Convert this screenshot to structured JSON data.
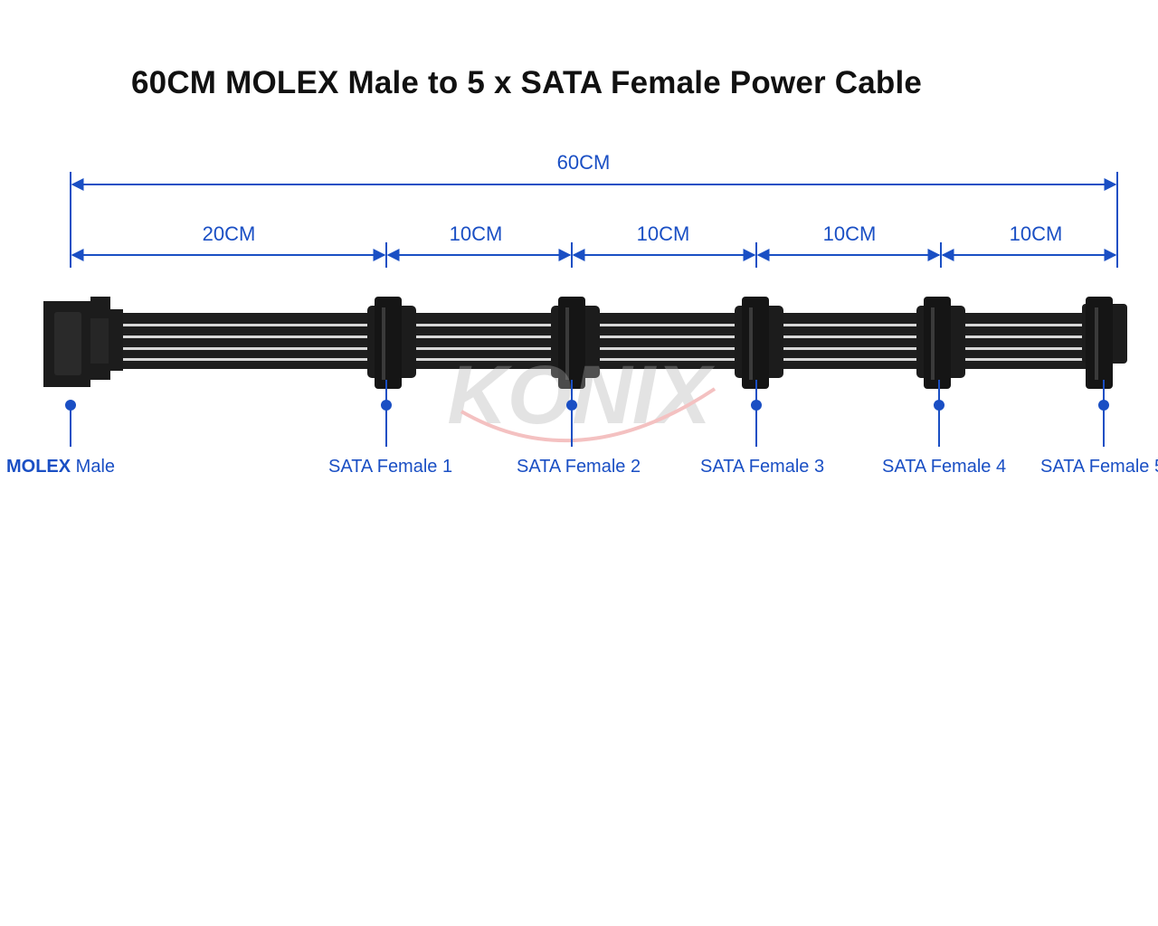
{
  "title": "60CM MOLEX Male to 5 x SATA Female Power Cable",
  "total_length": "60CM",
  "segments": [
    "20CM",
    "10CM",
    "10CM",
    "10CM",
    "10CM"
  ],
  "connectors": {
    "molex": {
      "bold": "MOLEX",
      "rest": " Male"
    },
    "sata": [
      "SATA Female 1",
      "SATA Female 2",
      "SATA Female 3",
      "SATA Female 4",
      "SATA Female 5"
    ]
  },
  "watermark": "KONIX",
  "colors": {
    "accent": "#1a4fc4",
    "connector": "#1c1c1c",
    "title": "#111111"
  }
}
